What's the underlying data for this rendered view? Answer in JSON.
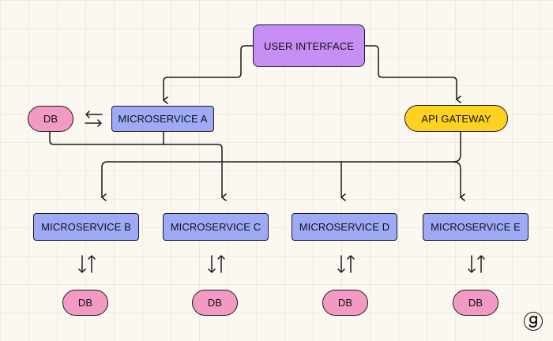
{
  "colors": {
    "background": "#fbf8f1",
    "user_interface": "#c78ef5",
    "api_gateway": "#ffd21f",
    "microservice": "#9eaaf6",
    "database": "#f39ac4",
    "line": "#1a1a1a"
  },
  "nodes": {
    "user_interface": "USER INTERFACE",
    "api_gateway": "API GATEWAY",
    "microservice_a": "MICROSERVICE A",
    "microservice_b": "MICROSERVICE B",
    "microservice_c": "MICROSERVICE C",
    "microservice_d": "MICROSERVICE D",
    "microservice_e": "MICROSERVICE E",
    "db_a": "DB",
    "db_b": "DB",
    "db_c": "DB",
    "db_d": "DB",
    "db_e": "DB"
  },
  "logo": {
    "icon": "g-letter-logo"
  }
}
